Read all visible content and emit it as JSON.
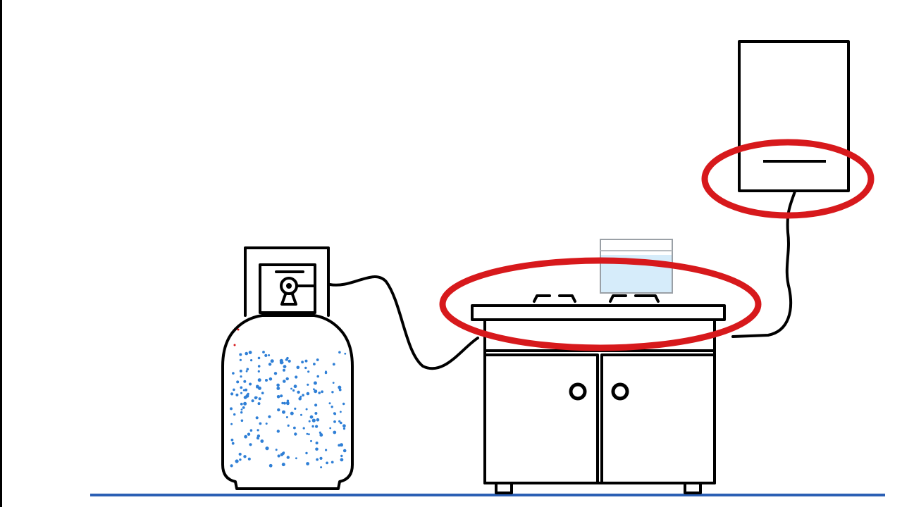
{
  "diagram": {
    "description_labels": [],
    "colors": {
      "background": "#ffffff",
      "outline": "#000000",
      "floor": "#2b5fb4",
      "gas_dots": "#2f7fd6",
      "highlight_ring": "#d7191c",
      "pot_water": "#d6ecfa"
    },
    "components": {
      "gas_cylinder": "gas-cylinder",
      "supply_hose": "gas-hose",
      "stove_cabinet": "cabinet-with-hob",
      "water_heater": "wall-water-heater",
      "heater_pipe": "heater-gas-pipe"
    },
    "highlights": [
      "stove-burners",
      "water-heater-outlet"
    ]
  }
}
